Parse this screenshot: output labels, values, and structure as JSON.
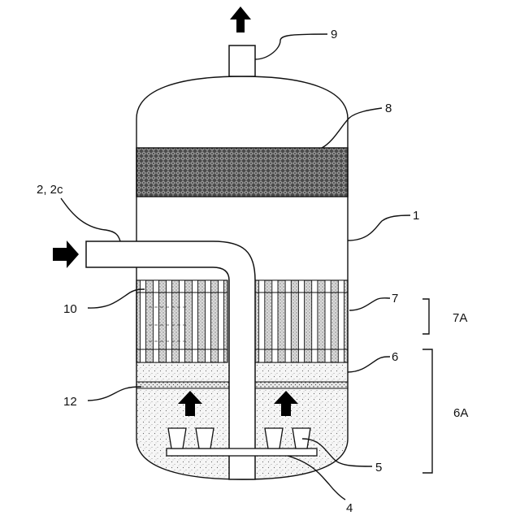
{
  "labels": {
    "vessel": "1",
    "inlet_pipe": "2, 2c",
    "distributor_plate": "4",
    "nozzles": "5",
    "lower_bed": "6",
    "structured_packing": "7",
    "demister": "8",
    "outlet_nozzle": "9",
    "packing_element": "10",
    "support_grid": "12",
    "zone_7a": "7A",
    "zone_6a": "6A"
  },
  "arrows": {
    "top_outlet": "up-arrow",
    "left_inlet": "right-arrow",
    "upflow": "up-arrow"
  },
  "colors": {
    "line": "#111111",
    "lower_bed_fill": "#eeeeee",
    "demister_fill": "#555555"
  }
}
